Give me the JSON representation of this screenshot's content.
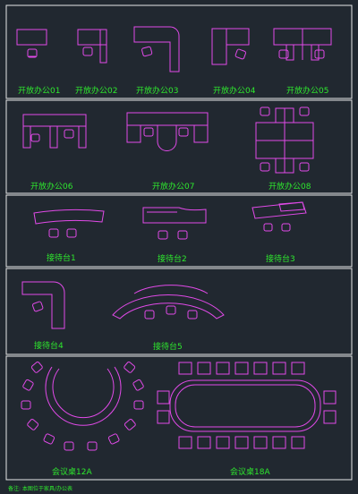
{
  "sections": [
    {
      "labels": [
        "开放办公01",
        "开放办公02",
        "开放办公03",
        "开放办公04",
        "开放办公05"
      ]
    },
    {
      "labels": [
        "开放办公06",
        "开放办公07",
        "开放办公08"
      ]
    },
    {
      "labels": [
        "接待台1",
        "接待台2",
        "接待台3"
      ]
    },
    {
      "labels": [
        "接待台4",
        "接待台5"
      ]
    },
    {
      "labels": [
        "会议桌12A",
        "会议桌18A"
      ]
    }
  ],
  "footer_note": "备注: 本图位于家具/办公表",
  "colors": {
    "background": "#212830",
    "furniture": "#e14ae8",
    "frame": "#e8e8e8",
    "label": "#2ee82e"
  }
}
